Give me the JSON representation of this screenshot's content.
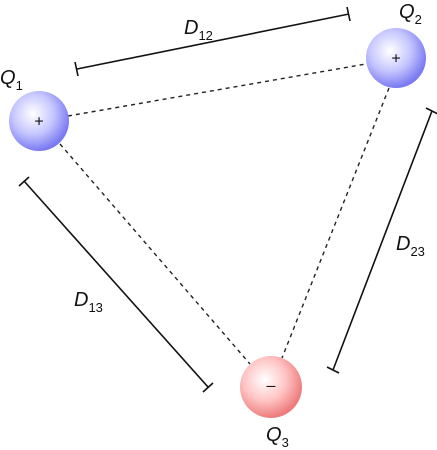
{
  "charges": {
    "q1": {
      "name": "Q",
      "sub": "1",
      "sign": "+",
      "color": "#8080ff"
    },
    "q2": {
      "name": "Q",
      "sub": "2",
      "sign": "+",
      "color": "#8080ff"
    },
    "q3": {
      "name": "Q",
      "sub": "3",
      "sign": "–",
      "color": "#ff8080"
    }
  },
  "distances": {
    "d12": {
      "name": "D",
      "sub": "12"
    },
    "d23": {
      "name": "D",
      "sub": "23"
    },
    "d13": {
      "name": "D",
      "sub": "13"
    }
  }
}
